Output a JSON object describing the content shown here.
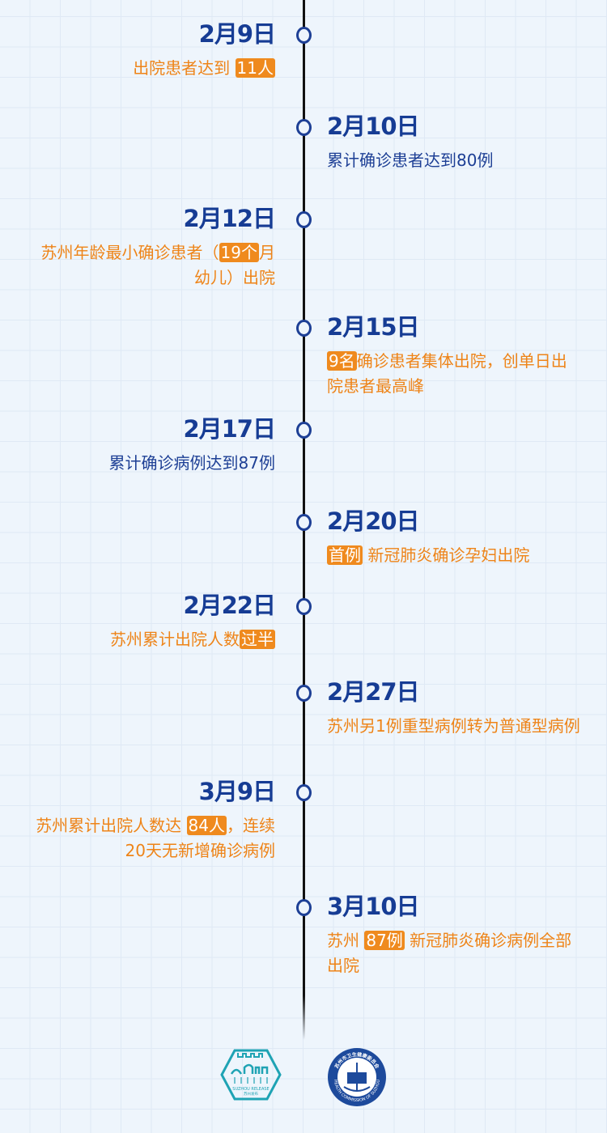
{
  "events": [
    {
      "date": "2月9日",
      "side": "left",
      "color": "orange",
      "desc": [
        {
          "text": "出院患者达到 "
        },
        {
          "text": "11人",
          "hl": true
        }
      ]
    },
    {
      "date": "2月10日",
      "side": "right",
      "color": "blue",
      "desc": [
        {
          "text": "累计确诊患者达到80例"
        }
      ]
    },
    {
      "date": "2月12日",
      "side": "left",
      "color": "orange",
      "desc": [
        {
          "text": "苏州年龄最小确诊患者（"
        },
        {
          "text": "19个",
          "hl": true
        },
        {
          "text": "月幼儿）出院"
        }
      ]
    },
    {
      "date": "2月15日",
      "side": "right",
      "color": "orange",
      "desc": [
        {
          "text": "9名",
          "hl": true
        },
        {
          "text": "确诊患者集体出院，创单日出院患者最高峰"
        }
      ]
    },
    {
      "date": "2月17日",
      "side": "left",
      "color": "blue",
      "desc": [
        {
          "text": "累计确诊病例达到87例"
        }
      ]
    },
    {
      "date": "2月20日",
      "side": "right",
      "color": "orange",
      "desc": [
        {
          "text": "首例",
          "hl": true
        },
        {
          "text": " 新冠肺炎确诊孕妇出院"
        }
      ]
    },
    {
      "date": "2月22日",
      "side": "left",
      "color": "orange",
      "desc": [
        {
          "text": "苏州累计出院人数"
        },
        {
          "text": "过半",
          "hl": true
        }
      ]
    },
    {
      "date": "2月27日",
      "side": "right",
      "color": "orange",
      "desc": [
        {
          "text": "苏州另1例重型病例转为普通型病例"
        }
      ]
    },
    {
      "date": "3月9日",
      "side": "left",
      "color": "orange",
      "desc": [
        {
          "text": "苏州累计出院人数达 "
        },
        {
          "text": "84人",
          "hl": true
        },
        {
          "text": "，连续20天无新增确诊病例"
        }
      ]
    },
    {
      "date": "3月10日",
      "side": "right",
      "color": "orange",
      "desc": [
        {
          "text": "苏州 "
        },
        {
          "text": "87例",
          "hl": true
        },
        {
          "text": " 新冠肺炎确诊病例全部出院"
        }
      ]
    }
  ],
  "logos": {
    "suzhou_release": {
      "en": "SUZHOU RELEASE",
      "cn": "苏州发布"
    },
    "health_commission": {
      "cn": "苏州市卫生健康委员会",
      "en": "HEALTH COMMISSION OF SUZHOU"
    }
  },
  "colors": {
    "date": "#163c94",
    "orange": "#ee8418",
    "highlight": "#ef8a1e"
  }
}
